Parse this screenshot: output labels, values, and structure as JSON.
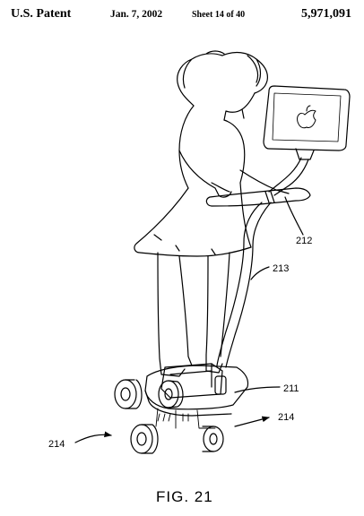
{
  "header": {
    "left": "U.S. Patent",
    "date": "Jan. 7, 2002",
    "sheet": "Sheet 14 of 40",
    "patent_number": "5,971,091"
  },
  "labels": {
    "handle": "212",
    "stem": "213",
    "platform": "211",
    "wheels_right": "214",
    "wheels_left": "214"
  },
  "figure_caption": "FIG. 21"
}
